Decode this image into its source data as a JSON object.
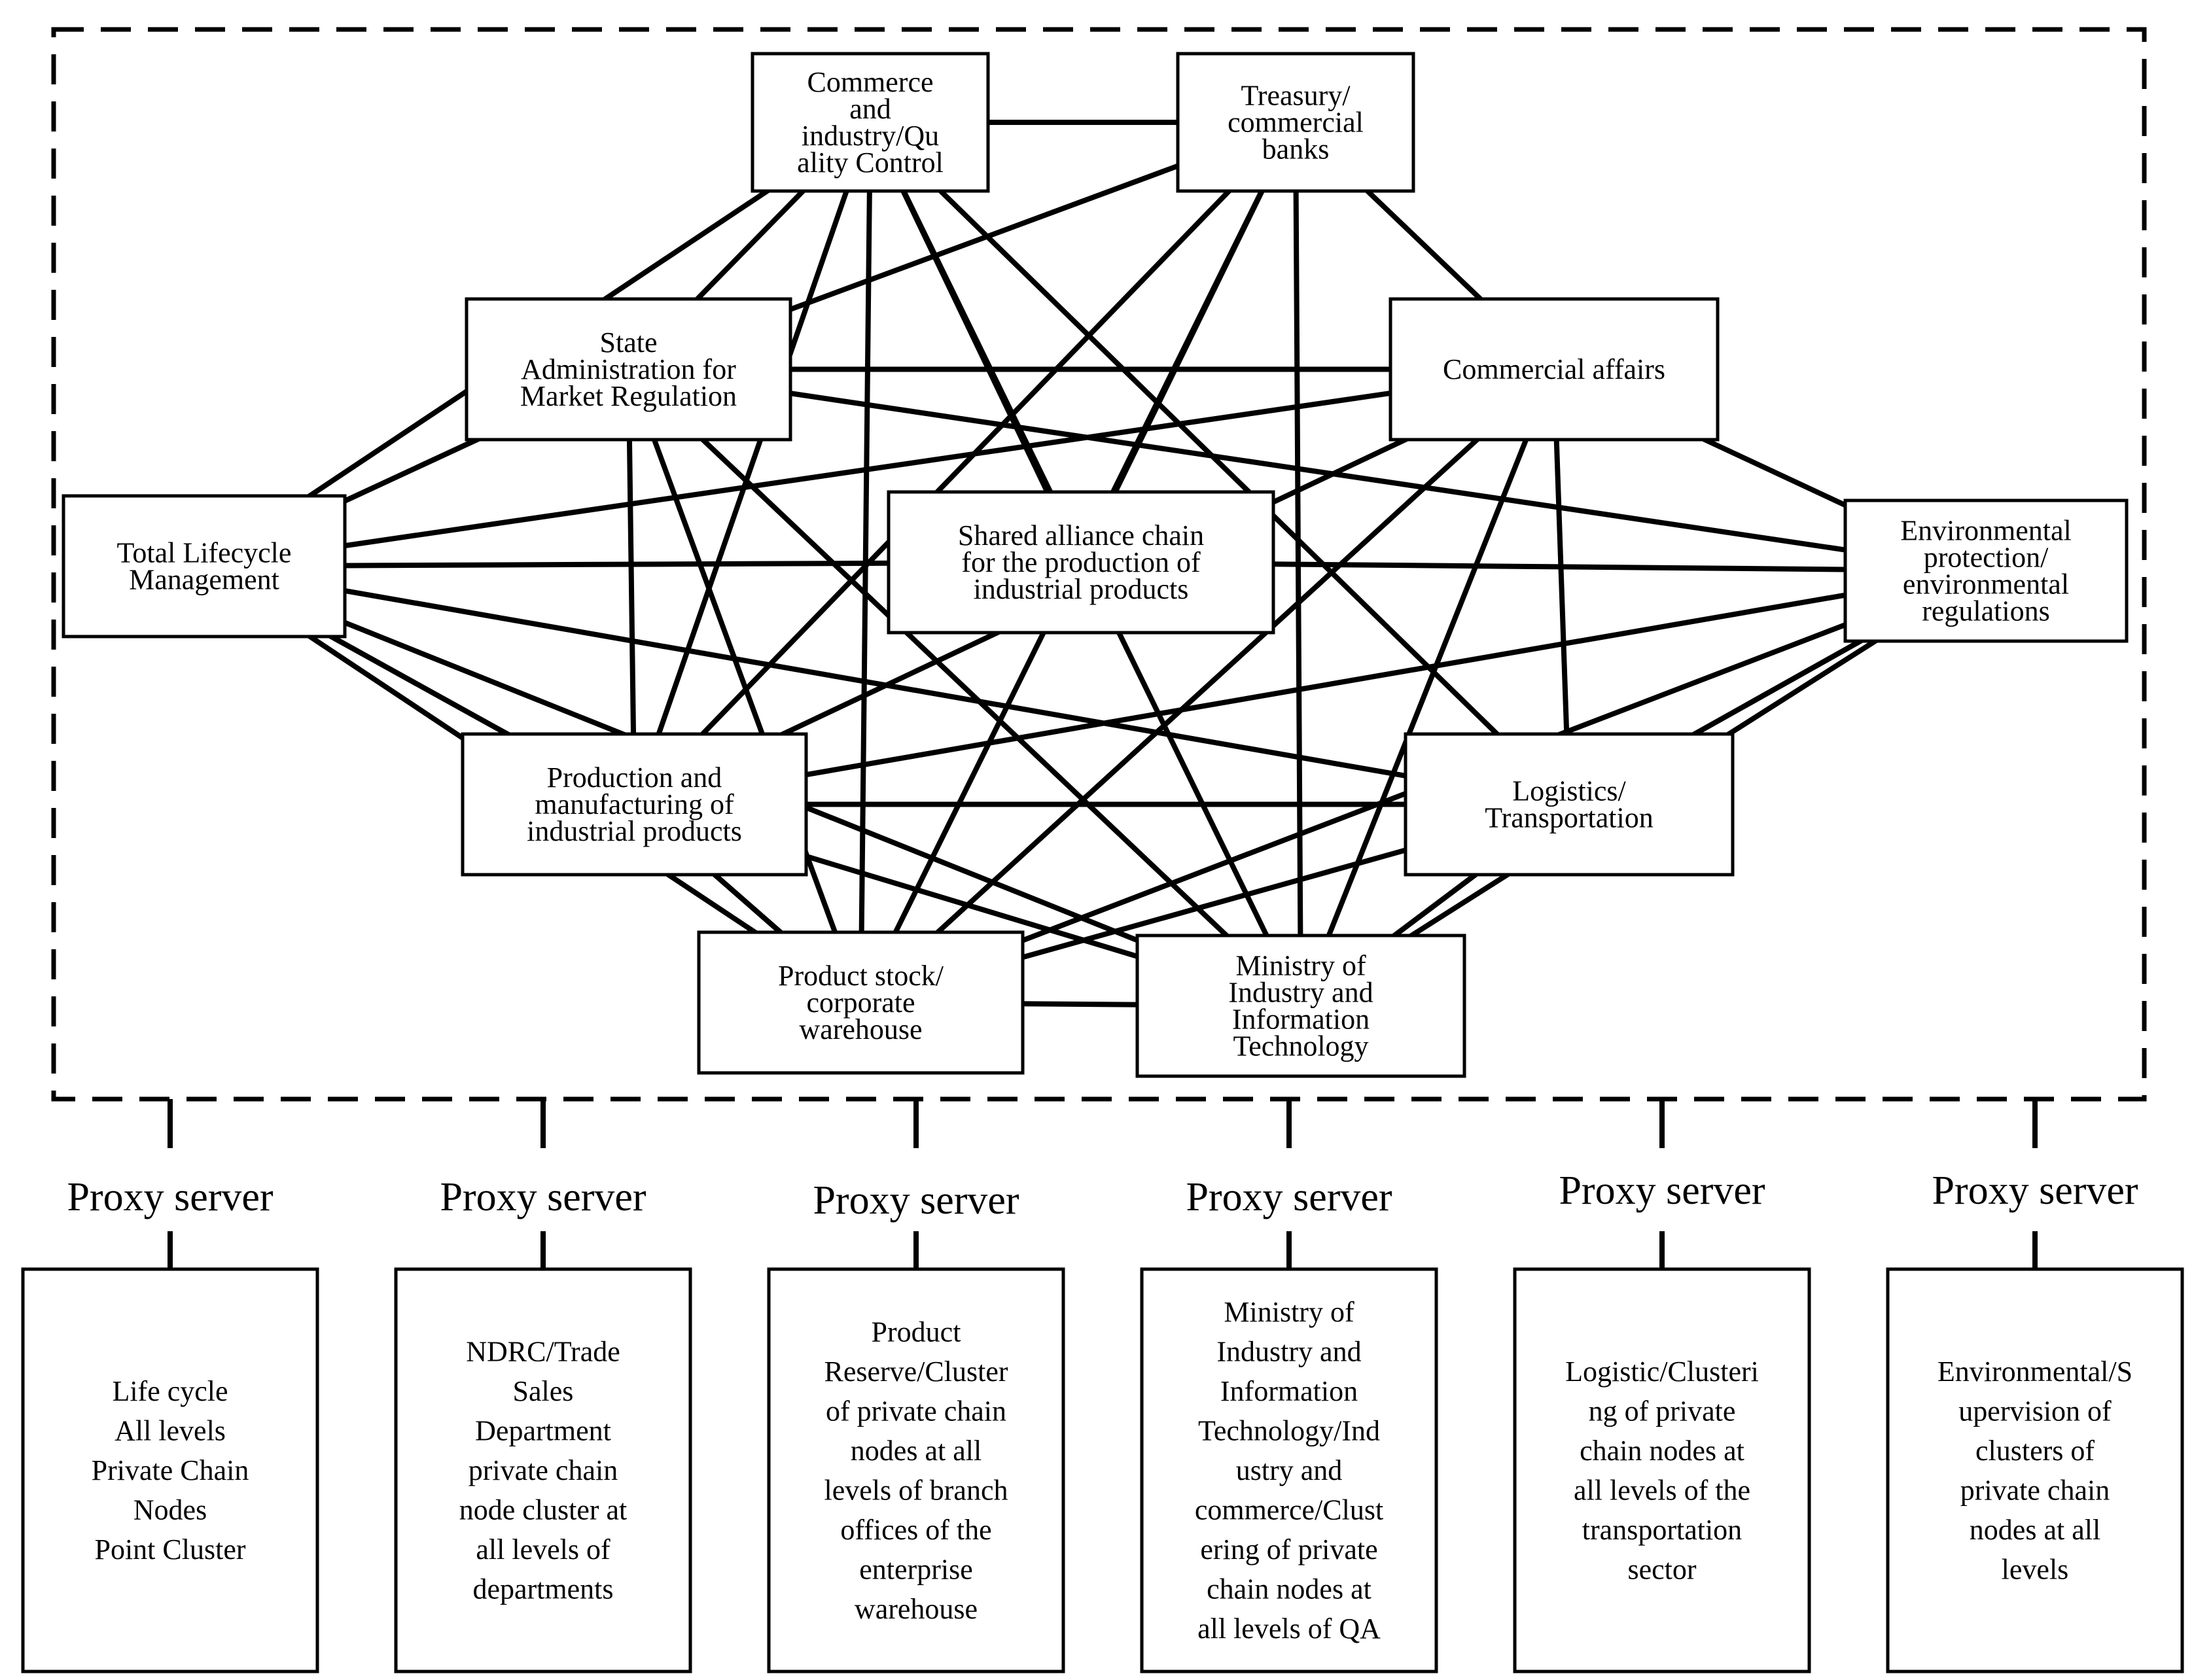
{
  "nodes": [
    {
      "id": "cq",
      "lines": [
        "Commerce",
        "and",
        "industry/Qu",
        "ality Control"
      ]
    },
    {
      "id": "tb",
      "lines": [
        "Treasury/",
        "commercial",
        "banks"
      ]
    },
    {
      "id": "sa",
      "lines": [
        "State",
        "Administration for",
        "Market Regulation"
      ]
    },
    {
      "id": "ca",
      "lines": [
        "Commercial affairs"
      ]
    },
    {
      "id": "tl",
      "lines": [
        "Total Lifecycle",
        "Management"
      ]
    },
    {
      "id": "sh",
      "lines": [
        "Shared alliance chain",
        "for the production of",
        "industrial products"
      ]
    },
    {
      "id": "ep",
      "lines": [
        "Environmental",
        "protection/",
        "environmental",
        "regulations"
      ]
    },
    {
      "id": "pm",
      "lines": [
        "Production and",
        "manufacturing of",
        "industrial products"
      ]
    },
    {
      "id": "lt",
      "lines": [
        "Logistics/",
        "Transportation"
      ]
    },
    {
      "id": "ps",
      "lines": [
        "Product stock/",
        "corporate",
        "warehouse"
      ]
    },
    {
      "id": "mi",
      "lines": [
        "Ministry of",
        "Industry and",
        "Information",
        "Technology"
      ]
    }
  ],
  "edges": [
    [
      "cq",
      "tb"
    ],
    [
      "cq",
      "sa"
    ],
    [
      "cq",
      "ps"
    ],
    [
      "cq",
      "mi"
    ],
    [
      "cq",
      "lt"
    ],
    [
      "cq",
      "sh"
    ],
    [
      "cq",
      "pm"
    ],
    [
      "tb",
      "sa"
    ],
    [
      "tb",
      "ps"
    ],
    [
      "tb",
      "mi"
    ],
    [
      "tb",
      "sh"
    ],
    [
      "tb",
      "pm"
    ],
    [
      "sa",
      "ca"
    ],
    [
      "sa",
      "pm"
    ],
    [
      "sa",
      "ps"
    ],
    [
      "sa",
      "mi"
    ],
    [
      "sa",
      "ep"
    ],
    [
      "sa",
      "tl"
    ],
    [
      "ca",
      "tl"
    ],
    [
      "ca",
      "lt"
    ],
    [
      "ca",
      "mi"
    ],
    [
      "ca",
      "ps"
    ],
    [
      "ca",
      "pm"
    ],
    [
      "tl",
      "sh"
    ],
    [
      "tl",
      "mi"
    ],
    [
      "tl",
      "ps"
    ],
    [
      "tl",
      "lt"
    ],
    [
      "tl",
      "pm"
    ],
    [
      "sh",
      "ep"
    ],
    [
      "ep",
      "pm"
    ],
    [
      "ep",
      "mi"
    ],
    [
      "ep",
      "lt"
    ],
    [
      "ps",
      "ep"
    ],
    [
      "pm",
      "lt"
    ],
    [
      "pm",
      "mi"
    ],
    [
      "pm",
      "ps"
    ],
    [
      "ps",
      "lt"
    ],
    [
      "ps",
      "mi"
    ],
    [
      "lt",
      "mi"
    ],
    [
      "cq",
      "tl"
    ],
    [
      "sa",
      "tl"
    ],
    [
      "tb",
      "ca"
    ],
    [
      "ca",
      "ep"
    ],
    [
      "tl",
      "pm"
    ],
    [
      "pm",
      "ps"
    ],
    [
      "lt",
      "ep"
    ],
    [
      "mi",
      "lt"
    ]
  ],
  "proxy_label": "Proxy server",
  "clusters": [
    {
      "id": "c1",
      "lines": [
        "Life cycle",
        "All levels",
        "Private Chain",
        "Nodes",
        "Point Cluster"
      ]
    },
    {
      "id": "c2",
      "lines": [
        "NDRC/Trade",
        "Sales",
        "Department",
        "private chain",
        "node cluster at",
        "all levels of",
        "departments"
      ]
    },
    {
      "id": "c3",
      "lines": [
        "Product",
        "Reserve/Cluster",
        "of private chain",
        "nodes at all",
        "levels of branch",
        "offices of the",
        "enterprise",
        "warehouse"
      ]
    },
    {
      "id": "c4",
      "lines": [
        "Ministry of",
        "Industry and",
        "Information",
        "Technology/Ind",
        "ustry and",
        "commerce/Clust",
        "ering of private",
        "chain nodes at",
        "all levels of QA"
      ]
    },
    {
      "id": "c5",
      "lines": [
        "Logistic/Clusteri",
        "ng of private",
        "chain nodes at",
        "all levels of the",
        "transportation",
        "sector"
      ]
    },
    {
      "id": "c6",
      "lines": [
        "Environmental/S",
        "upervision of",
        "clusters of",
        "private chain",
        "nodes at all",
        "levels"
      ]
    }
  ]
}
